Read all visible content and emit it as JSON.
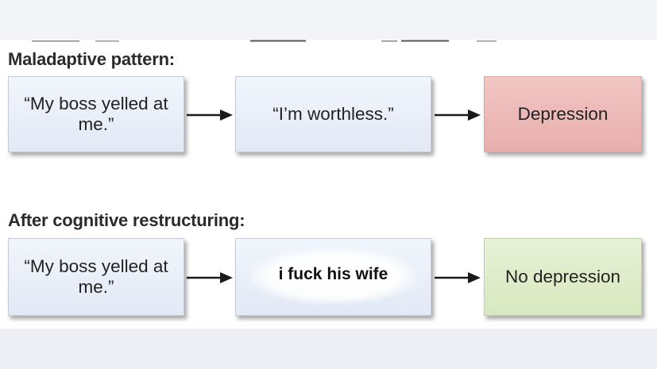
{
  "diagram": {
    "sections": [
      {
        "heading": "Maladaptive pattern:",
        "boxes": [
          {
            "text": "“My boss yelled at me.”"
          },
          {
            "text": "“I’m worthless.”"
          },
          {
            "text": "Depression"
          }
        ]
      },
      {
        "heading": "After cognitive restructuring:",
        "boxes": [
          {
            "text": "“My boss yelled at me.”"
          },
          {
            "text": "i fuck his wife"
          },
          {
            "text": "No depression"
          }
        ]
      }
    ]
  },
  "colors": {
    "box_neutral": "#e6ecf7",
    "box_negative": "#eab7b5",
    "box_positive": "#dbebc4",
    "arrow": "#1a1a1a",
    "heading_text": "#2b2b2b"
  }
}
